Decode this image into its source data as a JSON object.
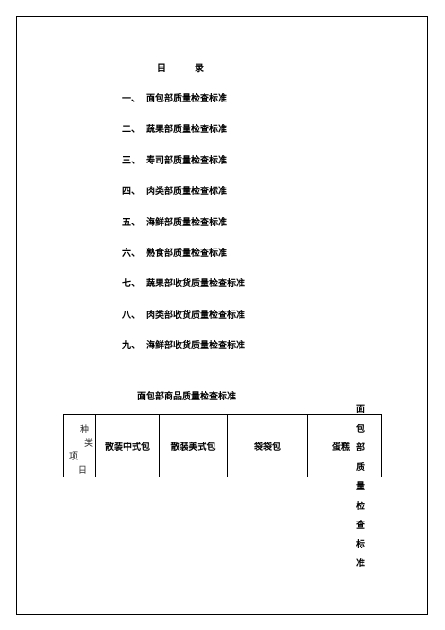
{
  "toc": {
    "title_left": "目",
    "title_right": "录",
    "items": [
      {
        "num": "一、",
        "label": "面包部质量检查标准"
      },
      {
        "num": "二、",
        "label": "蔬果部质量检查标准"
      },
      {
        "num": "三、",
        "label": "寿司部质量检查标准"
      },
      {
        "num": "四、",
        "label": "肉类部质量检查标准"
      },
      {
        "num": "五、",
        "label": "海鲜部质量检查标准"
      },
      {
        "num": "六、",
        "label": "熟食部质量检查标准"
      },
      {
        "num": "七、",
        "label": "蔬果部收货质量检查标准"
      },
      {
        "num": "八、",
        "label": "肉类部收货质量检查标准"
      },
      {
        "num": "九、",
        "label": "海鲜部收货质量检查标准"
      }
    ]
  },
  "section": {
    "title": "面包部商品质量检查标准"
  },
  "table": {
    "corner": {
      "c1": "种",
      "c2": "类",
      "c3": "项",
      "c4": "目"
    },
    "headers": [
      "散装中式包",
      "散装美式包",
      "袋袋包",
      "蛋糕"
    ]
  },
  "vertical_title": [
    "面",
    "包",
    "部",
    "质",
    "量",
    "检",
    "查",
    "标",
    "准"
  ]
}
